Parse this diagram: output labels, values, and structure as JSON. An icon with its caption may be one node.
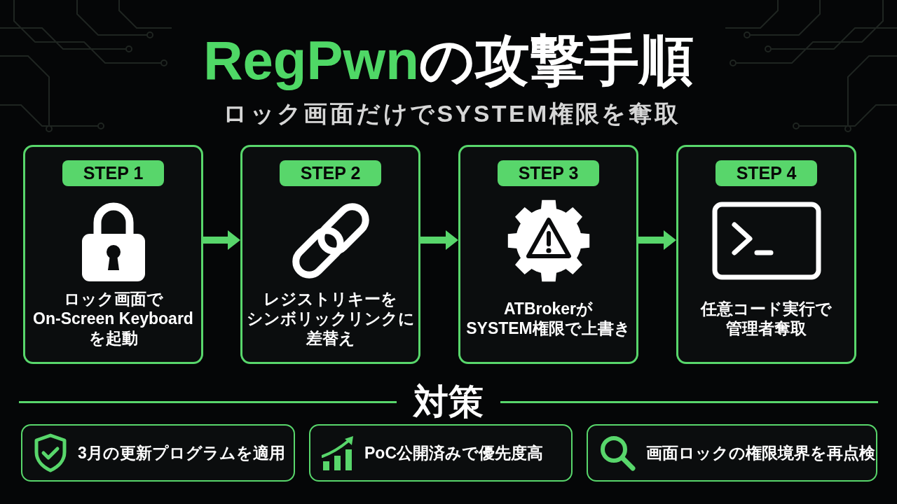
{
  "diagram": {
    "title": "**RegPwn**の攻撃手順",
    "nodes": [
      {
        "text": [
          "STEP 1",
          "ロック画面でOn-Screen Keyboardを起動"
        ]
      },
      {
        "text": [
          "STEP 2",
          "レジストリキーをシンボリックリンクに差替え"
        ]
      },
      {
        "text": [
          "STEP 3",
          "ATBrokerがSYSTEM権限で上書き"
        ]
      },
      {
        "text": [
          "STEP 4",
          "任意コード実行で管理者奪取"
        ]
      },
      {
        "text": [
          "3月の更新プログラムを適用"
        ]
      },
      {
        "text": [
          "PoC公開済みで優先度高"
        ]
      },
      {
        "text": [
          "画面ロックの権限境界を再点検"
        ]
      }
    ],
    "edges": [
      {
        "from": 0,
        "to": 1,
        "arrow": "to"
      },
      {
        "from": 1,
        "to": 2,
        "arrow": "to"
      },
      {
        "from": 2,
        "to": 3,
        "arrow": "to"
      }
    ],
    "labels": [
      "ロック画面だけでSYSTEM権限を奪取",
      "対策"
    ]
  }
}
